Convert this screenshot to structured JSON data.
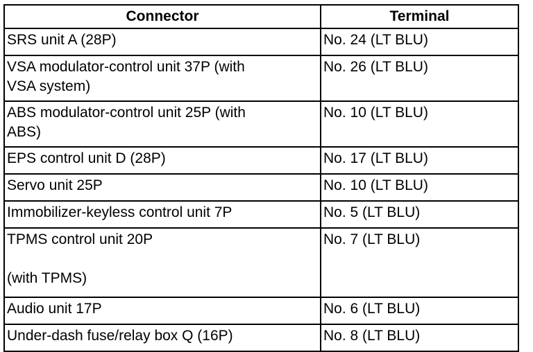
{
  "table": {
    "headers": {
      "connector": "Connector",
      "terminal": "Terminal"
    },
    "rows": [
      {
        "connector_lines": [
          "SRS unit A (28P)"
        ],
        "terminal": "No. 24 (LT BLU)"
      },
      {
        "connector_lines": [
          "VSA modulator-control unit 37P (with",
          "VSA system)"
        ],
        "terminal": "No. 26 (LT BLU)"
      },
      {
        "connector_lines": [
          "ABS modulator-control unit 25P (with",
          "ABS)"
        ],
        "terminal": "No. 10 (LT BLU)"
      },
      {
        "connector_lines": [
          "EPS control unit D (28P)"
        ],
        "terminal": "No. 17 (LT BLU)"
      },
      {
        "connector_lines": [
          "Servo unit 25P"
        ],
        "terminal": "No. 10 (LT BLU)"
      },
      {
        "connector_lines": [
          "Immobilizer-keyless control unit 7P"
        ],
        "terminal": "No. 5 (LT BLU)"
      },
      {
        "connector_lines": [
          "TPMS control unit 20P",
          "(with TPMS)"
        ],
        "terminal": "No. 7 (LT BLU)"
      },
      {
        "connector_lines": [
          "Audio unit 17P"
        ],
        "terminal": "No. 6 (LT BLU)"
      },
      {
        "connector_lines": [
          "Under-dash fuse/relay box Q (16P)"
        ],
        "terminal": "No. 8 (LT BLU)"
      }
    ]
  }
}
